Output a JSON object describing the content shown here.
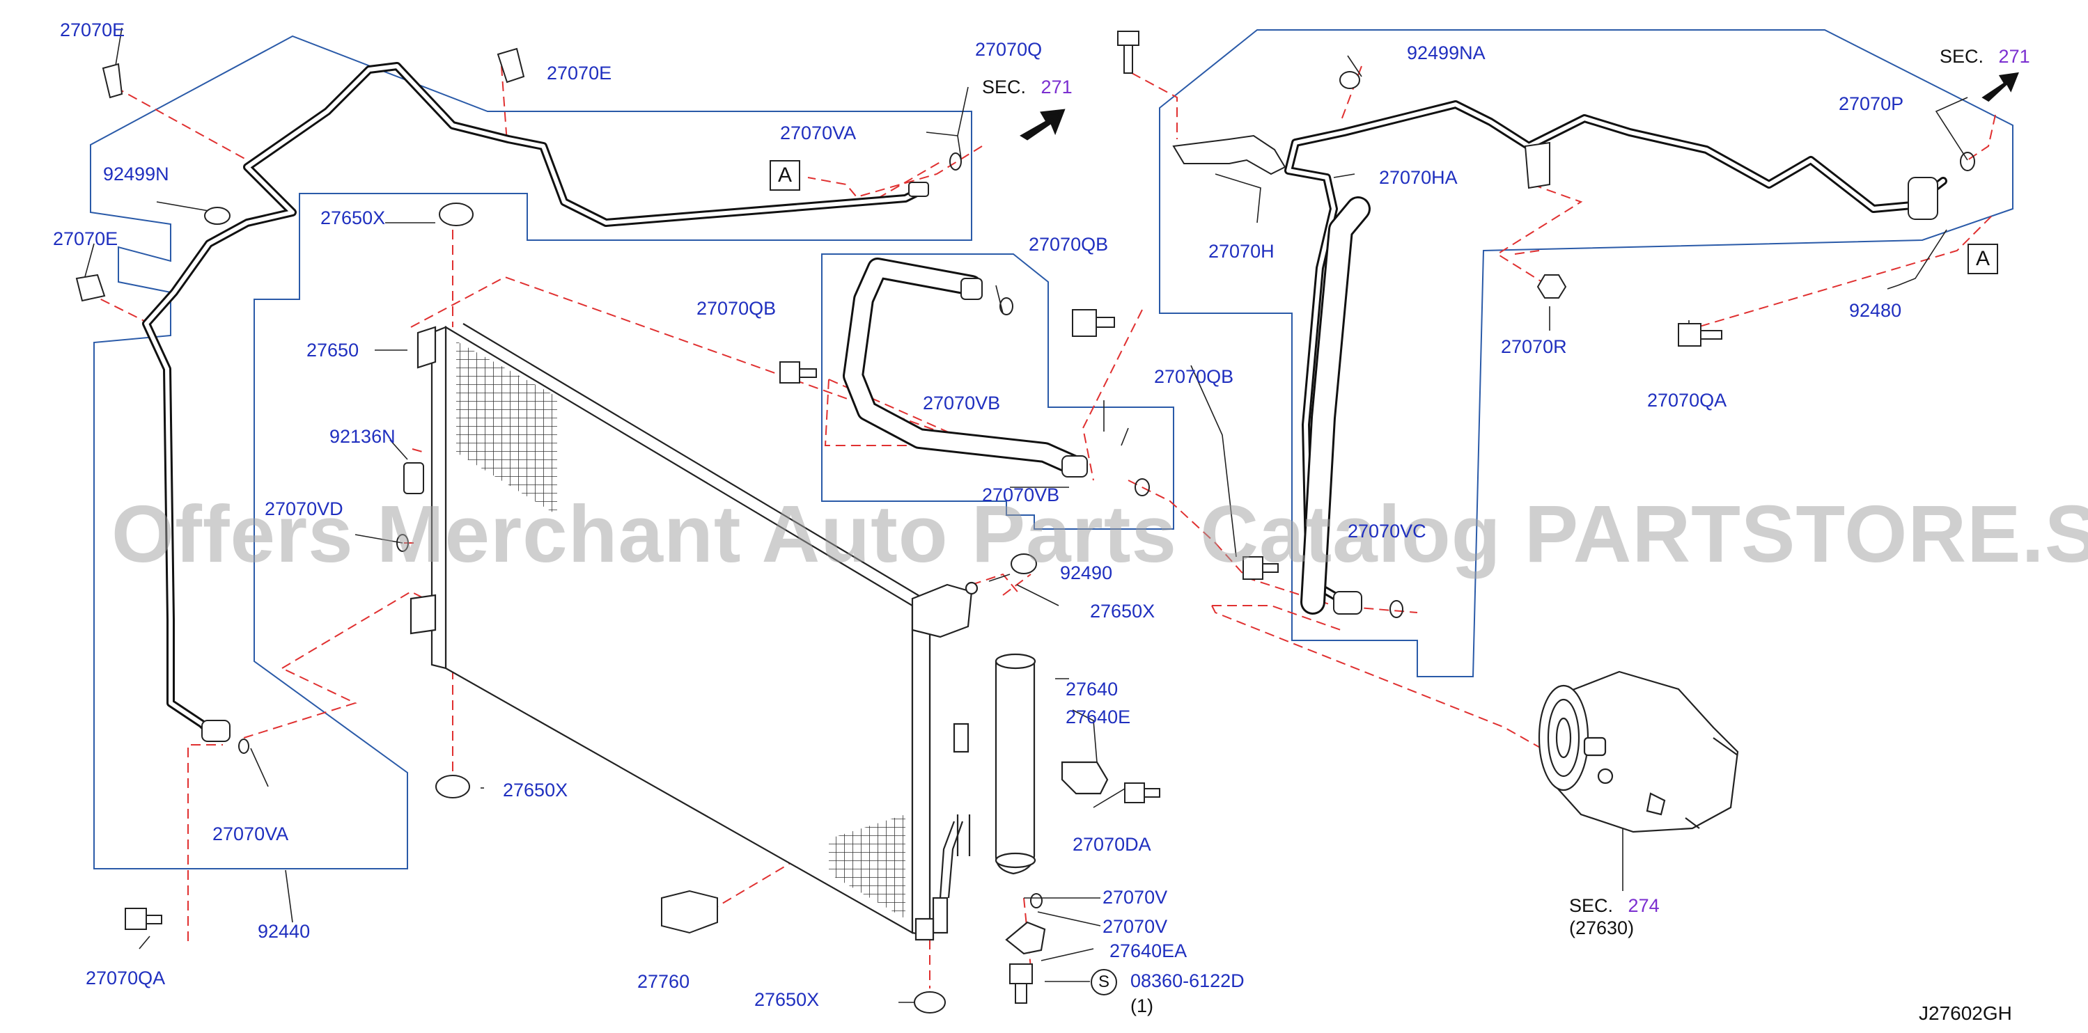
{
  "diagram_code": "J27602GH",
  "watermark": "Offers Merchant Auto Parts Catalog PARTSTORE.SA",
  "callout_letter": "A",
  "s_badge": "S",
  "colors": {
    "label": "#1f2fbf",
    "leader": "#e03030",
    "frame": "#2a5aa8",
    "ink": "#111111",
    "section_ref": "#7b2fd0"
  },
  "labels": {
    "p27070E_a": "27070E",
    "p27070E_b": "27070E",
    "p27070E_c": "27070E",
    "p92499N": "92499N",
    "p27650X_a": "27650X",
    "p27650": "27650",
    "p92136N": "92136N",
    "p27070VD": "27070VD",
    "p27650X_b": "27650X",
    "p27070VA_a": "27070VA",
    "p92440": "92440",
    "p27070QA_a": "27070QA",
    "p27760": "27760",
    "p27650X_c": "27650X",
    "p27070VA_b": "27070VA",
    "p27070Q": "27070Q",
    "p27070QB_a": "27070QB",
    "p27070VB_a": "27070VB",
    "p27070QB_b": "27070QB",
    "p27070VB_b": "27070VB",
    "p27070QB_c": "27070QB",
    "p92490": "92490",
    "p27650X_d": "27650X",
    "p27640": "27640",
    "p27640E": "27640E",
    "p27070DA": "27070DA",
    "p27070V_a": "27070V",
    "p27070V_b": "27070V",
    "p27640EA": "27640EA",
    "p08360": "08360-6122D",
    "qty": "(1)",
    "p92499NA": "92499NA",
    "p27070H": "27070H",
    "p27070HA": "27070HA",
    "p27070VC": "27070VC",
    "p27070R": "27070R",
    "p27070QA_b": "27070QA",
    "p27070P": "27070P",
    "p92480": "92480",
    "p27630": "(27630)"
  },
  "sections": {
    "s271_a": {
      "prefix": "SEC.",
      "num": "271"
    },
    "s271_b": {
      "prefix": "SEC.",
      "num": "271"
    },
    "s274": {
      "prefix": "SEC.",
      "num": "274"
    }
  }
}
